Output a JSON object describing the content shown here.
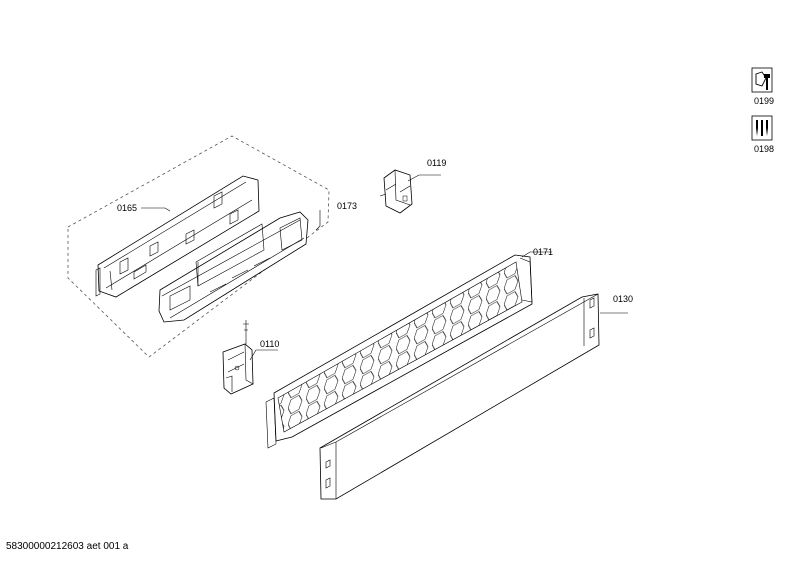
{
  "diagram": {
    "labels": {
      "p0165": "0165",
      "p0173": "0173",
      "p0119": "0119",
      "p0171": "0171",
      "p0130": "0130",
      "p0110": "0110",
      "p0199": "0199",
      "p0198": "0198"
    },
    "icons": {
      "p0199": "wrench-screw-tool-icon",
      "p0198": "screwdriver-set-icon"
    },
    "footer_code": "58300000212603 aet 001 a"
  }
}
